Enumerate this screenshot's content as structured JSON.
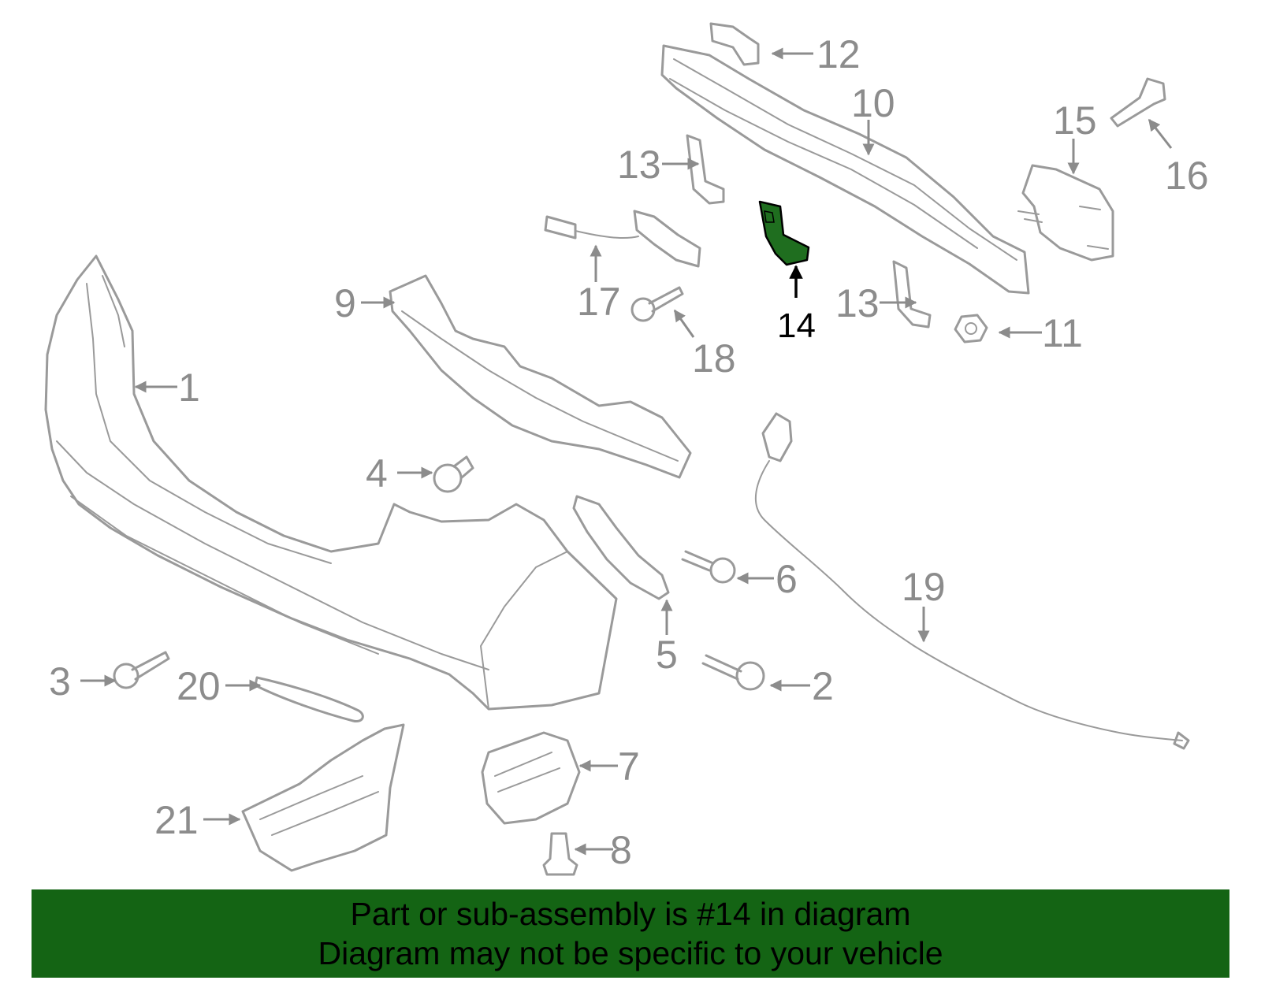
{
  "highlight_color": "#1f6e1f",
  "banner": {
    "background": "#146414",
    "line1": "Part or sub-assembly is #14 in diagram",
    "line2": "Diagram may not be specific to your vehicle"
  },
  "callouts": {
    "c1": "1",
    "c2": "2",
    "c3": "3",
    "c4": "4",
    "c5": "5",
    "c6": "6",
    "c7": "7",
    "c8": "8",
    "c9": "9",
    "c10": "10",
    "c11": "11",
    "c12": "12",
    "c13a": "13",
    "c13b": "13",
    "c14": "14",
    "c15": "15",
    "c16": "16",
    "c17": "17",
    "c18": "18",
    "c19": "19",
    "c20": "20",
    "c21": "21"
  }
}
